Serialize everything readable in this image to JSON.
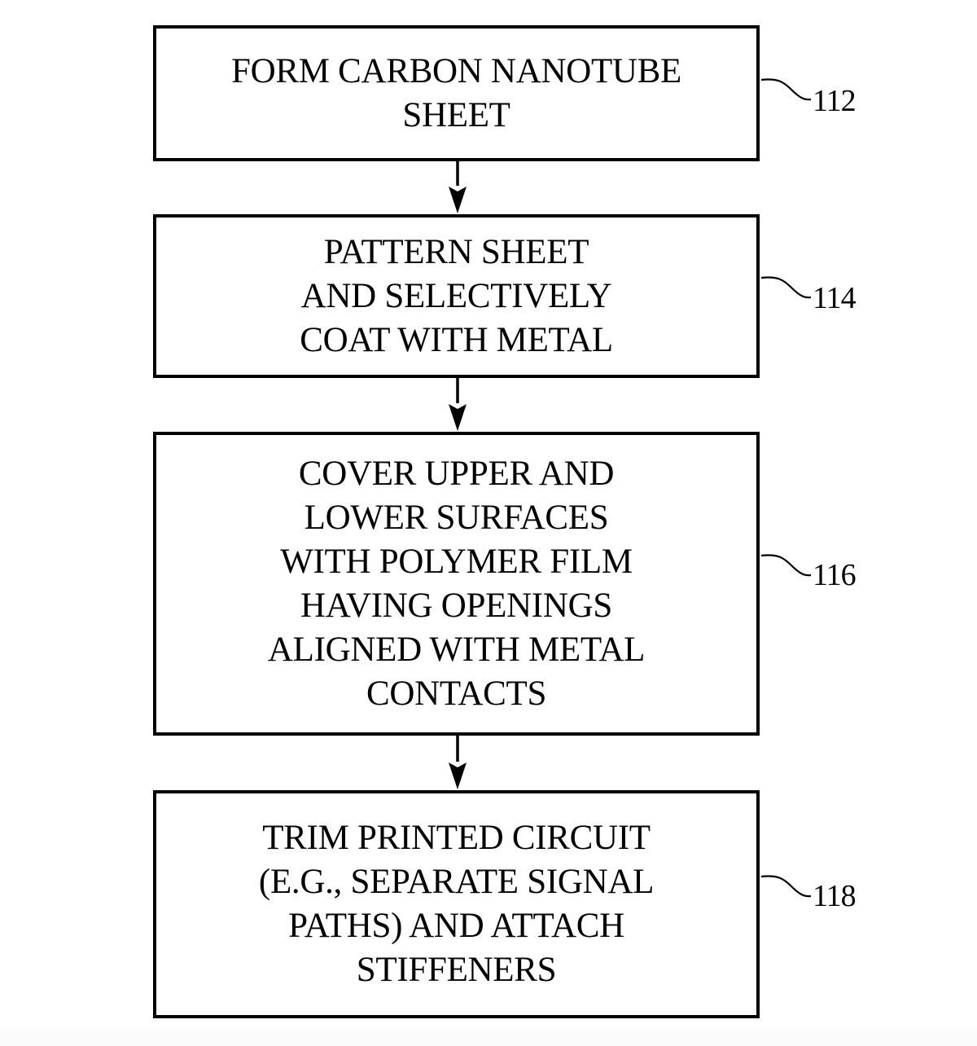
{
  "diagram": {
    "type": "flowchart",
    "steps": [
      {
        "ref": "112",
        "lines": [
          "FORM CARBON NANOTUBE",
          "SHEET"
        ]
      },
      {
        "ref": "114",
        "lines": [
          "PATTERN SHEET",
          "AND SELECTIVELY",
          "COAT WITH METAL"
        ]
      },
      {
        "ref": "116",
        "lines": [
          "COVER UPPER AND",
          "LOWER SURFACES",
          "WITH POLYMER FILM",
          "HAVING OPENINGS",
          "ALIGNED WITH METAL",
          "CONTACTS"
        ]
      },
      {
        "ref": "118",
        "lines": [
          "TRIM PRINTED CIRCUIT",
          "(E.G., SEPARATE SIGNAL",
          "PATHS) AND ATTACH",
          "STIFFENERS"
        ]
      }
    ],
    "edges": [
      {
        "from": "112",
        "to": "114"
      },
      {
        "from": "114",
        "to": "116"
      },
      {
        "from": "116",
        "to": "118"
      }
    ],
    "colors": {
      "stroke": "#000000",
      "background": "#ffffff"
    }
  }
}
